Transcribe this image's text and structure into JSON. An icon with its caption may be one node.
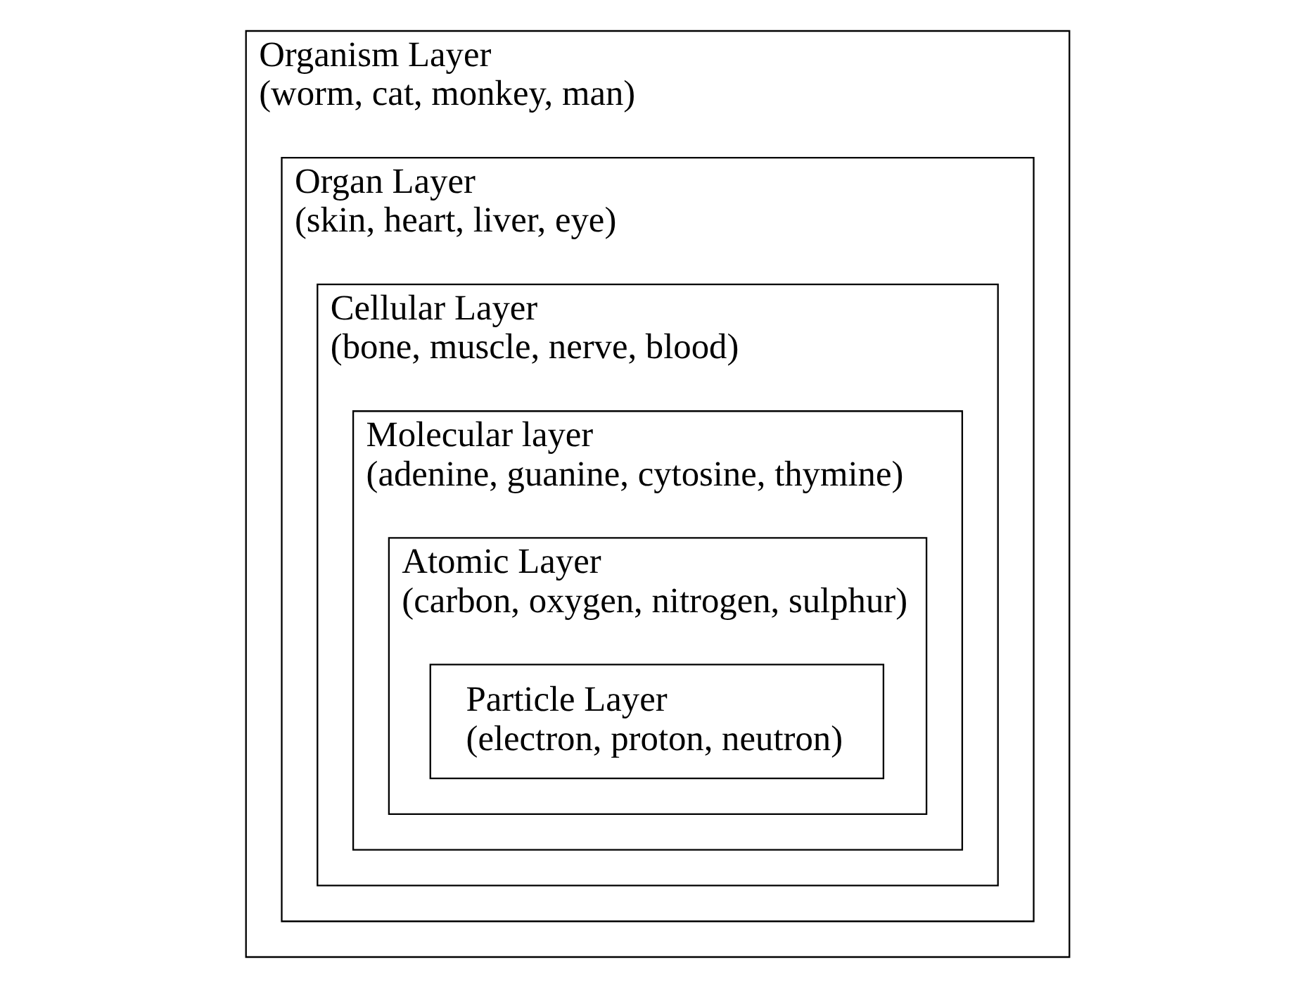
{
  "diagram": {
    "nodes": [
      {
        "text": [
          "Organism Layer",
          "(worm, cat, monkey, man)"
        ]
      },
      {
        "text": [
          "Organ Layer",
          "(skin, heart, liver, eye)"
        ],
        "in": 0
      },
      {
        "text": [
          "Cellular Layer",
          "(bone, muscle, nerve, blood)"
        ],
        "in": 1
      },
      {
        "text": [
          "Molecular layer",
          "(adenine, guanine, cytosine, thymine)"
        ],
        "in": 2
      },
      {
        "text": [
          "Atomic Layer",
          "(carbon, oxygen, nitrogen, sulphur)"
        ],
        "in": 3
      },
      {
        "text": [
          "Particle Layer",
          "(electron, proton, neutron)"
        ],
        "in": 4
      }
    ]
  }
}
